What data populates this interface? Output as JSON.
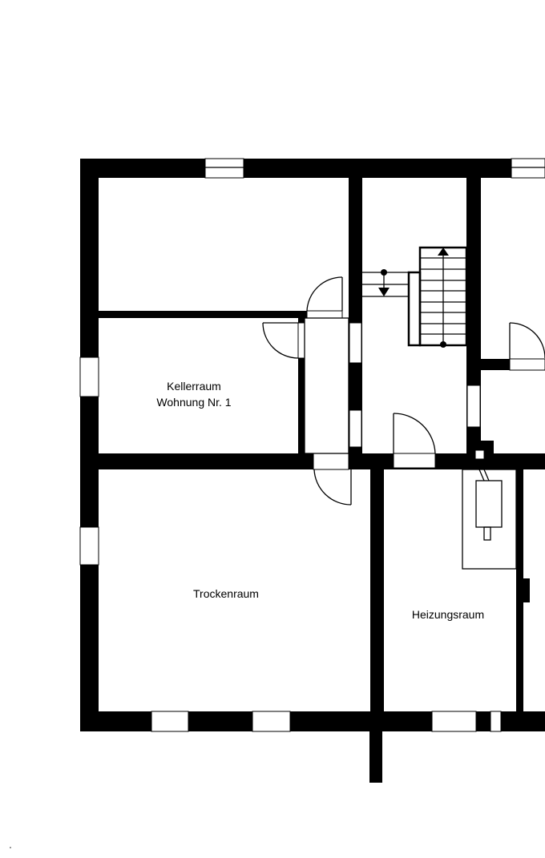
{
  "floor_plan": {
    "rooms": [
      {
        "id": "kellerraum",
        "label_lines": [
          "Kellerraum",
          "Wohnung Nr. 1"
        ]
      },
      {
        "id": "trockenraum",
        "label_lines": [
          "Trockenraum"
        ]
      },
      {
        "id": "heizungsraum",
        "label_lines": [
          "Heizungsraum"
        ]
      },
      {
        "id": "storage-north",
        "label_lines": []
      },
      {
        "id": "stair-hall",
        "label_lines": []
      },
      {
        "id": "room-east",
        "label_lines": []
      }
    ],
    "colors": {
      "wall": "#000000",
      "background": "#ffffff",
      "line": "#000000"
    },
    "icons": [
      "staircase-icon",
      "door-swing-icon",
      "window-icon",
      "boiler-icon",
      "chimney-icon"
    ]
  }
}
